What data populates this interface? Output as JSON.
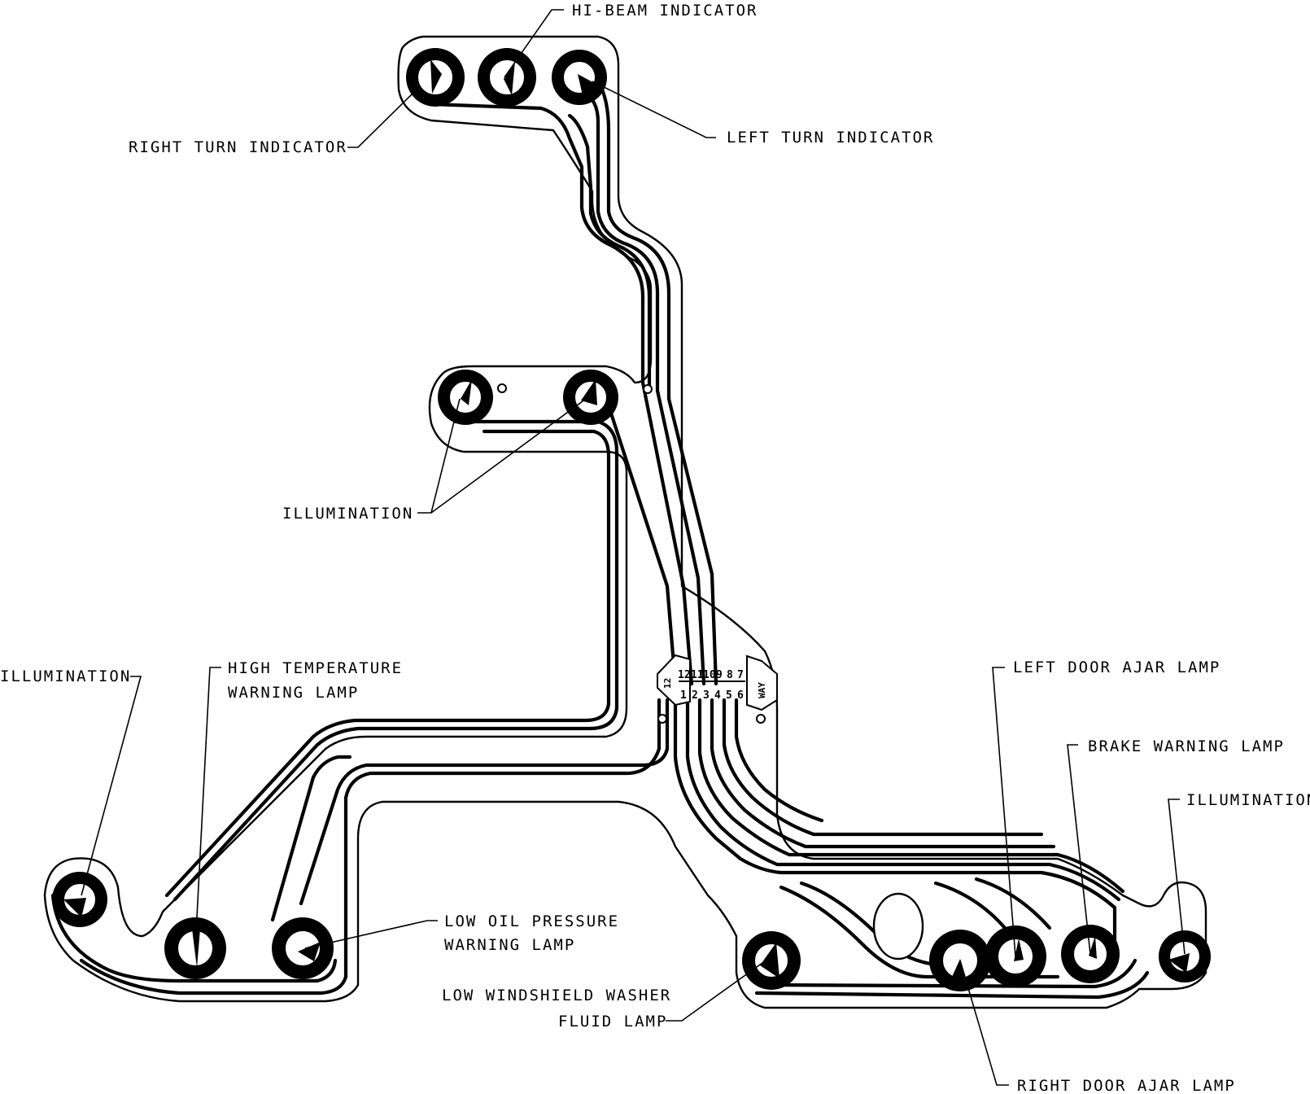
{
  "labels": {
    "hi_beam": "HI-BEAM INDICATOR",
    "right_turn": "RIGHT TURN INDICATOR",
    "left_turn": "LEFT TURN INDICATOR",
    "illumination_center": "ILLUMINATION",
    "illumination_left": "ILLUMINATION",
    "illumination_right": "ILLUMINATION",
    "high_temp_1": "HIGH TEMPERATURE",
    "high_temp_2": "WARNING LAMP",
    "low_oil_1": "LOW OIL PRESSURE",
    "low_oil_2": "WARNING LAMP",
    "washer_1": "LOW WINDSHIELD WASHER",
    "washer_2": "FLUID LAMP",
    "left_door": "LEFT DOOR AJAR LAMP",
    "brake": "BRAKE WARNING LAMP",
    "right_door": "RIGHT DOOR AJAR LAMP"
  },
  "connector": {
    "pins_top": [
      "12",
      "11",
      "10",
      "9",
      "8",
      "7"
    ],
    "pins_bottom": [
      "1",
      "2",
      "3",
      "4",
      "5",
      "6"
    ],
    "left_tab": "12",
    "right_tab": "WAY"
  }
}
